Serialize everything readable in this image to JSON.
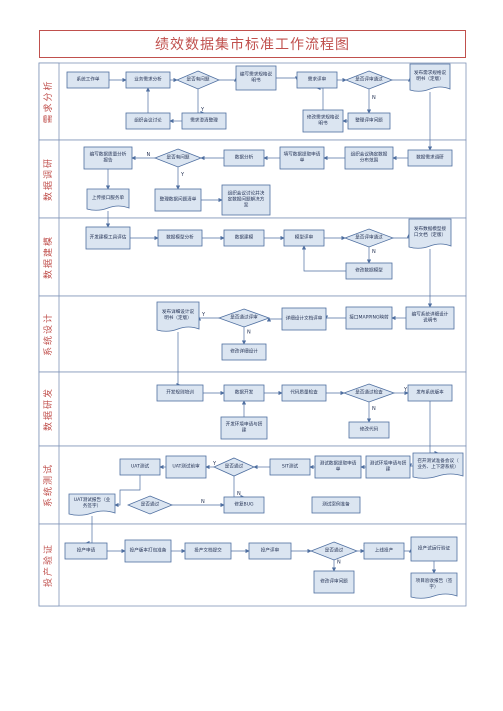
{
  "title": "绩效数据集市标准工作流程图",
  "lanes": [
    {
      "id": "req",
      "label": "需求分析"
    },
    {
      "id": "survey",
      "label": "数据调研"
    },
    {
      "id": "model",
      "label": "数据建模"
    },
    {
      "id": "design",
      "label": "系统设计"
    },
    {
      "id": "dev",
      "label": "数据研发"
    },
    {
      "id": "test",
      "label": "系统测试"
    },
    {
      "id": "deploy",
      "label": "投产验证"
    }
  ],
  "nodes": {
    "req_start": "系统工作单",
    "req_analysis": "业务需求分析",
    "req_q1": "是否有问题",
    "req_write": "编写需求规格说明书",
    "req_review": "需求评审",
    "req_q2": "是否评审通过",
    "req_publish": "发布需求规格说明书（定版）",
    "req_meeting": "组织会议讨论",
    "req_clarify": "需求澄清整理",
    "req_modify": "修改需求规格说明书",
    "req_issues": "整理评审问题",
    "sv_report": "编写数据质量分析报告",
    "sv_q": "是否有问题",
    "sv_analysis": "数据分析",
    "sv_apply": "填写数据提取申请单",
    "sv_confirm": "组织会议确定数据分布范围",
    "sv_research": "数据需求调研",
    "sv_upload": "上传接口服务单",
    "sv_adjust": "整理数据问题清单",
    "sv_solution": "组织会议讨论并决定数据问题解决方案",
    "md_tool": "开发建模工具评估",
    "md_model": "数据模型分析",
    "md_build": "数据建模",
    "md_review": "模型评审",
    "md_q": "是否评审通过",
    "md_publish": "发布数据模型接口文档（定版）",
    "md_modify": "修改数据模型",
    "ds_publish": "发布详细设计说明书（定版）",
    "ds_q": "是否通过评审",
    "ds_review": "详细设计文档评审",
    "ds_mapping": "接口MAPPING映射",
    "ds_write": "编写系统详细设计说明书",
    "ds_modify": "修改详细设计",
    "dv_env": "开发规则培训",
    "dv_dev": "数据开发",
    "dv_check": "代码质量检查",
    "dv_q": "是否通过检查",
    "dv_release": "发布系统版本",
    "dv_apply": "开发环境申请与搭建",
    "dv_modify": "修改代码",
    "ts_uat": "UAT测试",
    "ts_uat_plan": "UAT测试前审",
    "ts_q1": "是否通过",
    "ts_sit": "SIT测试",
    "ts_data": "测试数据提取申请单",
    "ts_env": "测试环境申请与搭建",
    "ts_meeting": "召开测试准备会议（业务、上下游系统）",
    "ts_report": "UAT测试报告（业务签字）",
    "ts_q2": "是否通过",
    "ts_fix": "修复BUG",
    "ts_cases": "测试案例准备",
    "dp_apply": "投产申请",
    "dp_package": "投产版本打包准备",
    "dp_doc": "投产文档提交",
    "dp_review": "投产评审",
    "dp_q": "是否通过",
    "dp_online": "上线投产",
    "dp_run": "投产试运行验证",
    "dp_modify": "修改评审问题",
    "dp_final": "项目验收报告（签字）"
  },
  "flow_labels": {
    "yes": "Y",
    "no": "N"
  }
}
